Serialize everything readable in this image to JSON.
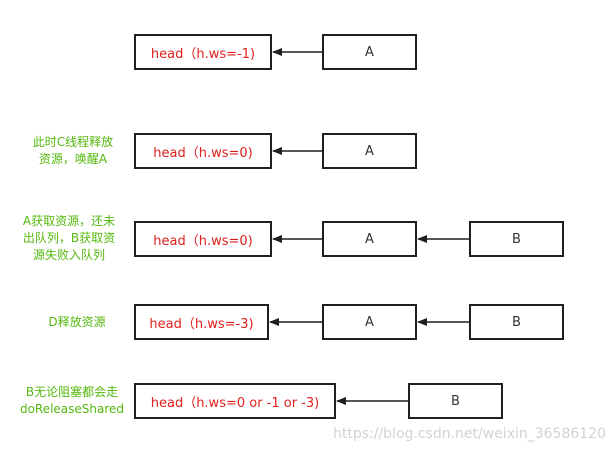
{
  "rows": [
    {
      "label": "",
      "head": "head（h.ws=-1)",
      "a": "A",
      "b": ""
    },
    {
      "label": "此时C线程释放\n资源，唤醒A",
      "head": "head（h.ws=0)",
      "a": "A",
      "b": ""
    },
    {
      "label": "A获取资源，还未\n出队列，B获取资\n源失败入队列",
      "head": "head（h.ws=0)",
      "a": "A",
      "b": "B"
    },
    {
      "label": "D释放资源",
      "head": "head（h.ws=-3)",
      "a": "A",
      "b": "B"
    },
    {
      "label": "B无论阻塞都会走\ndoReleaseShared",
      "head": "head（h.ws=0 or -1 or -3)",
      "a": "",
      "b": "B"
    }
  ],
  "watermark": "https://blog.csdn.net/weixin_36586120",
  "colors": {
    "head_text": "#e0201c",
    "label_text": "#55b80e",
    "border": "#1f1f1f"
  }
}
